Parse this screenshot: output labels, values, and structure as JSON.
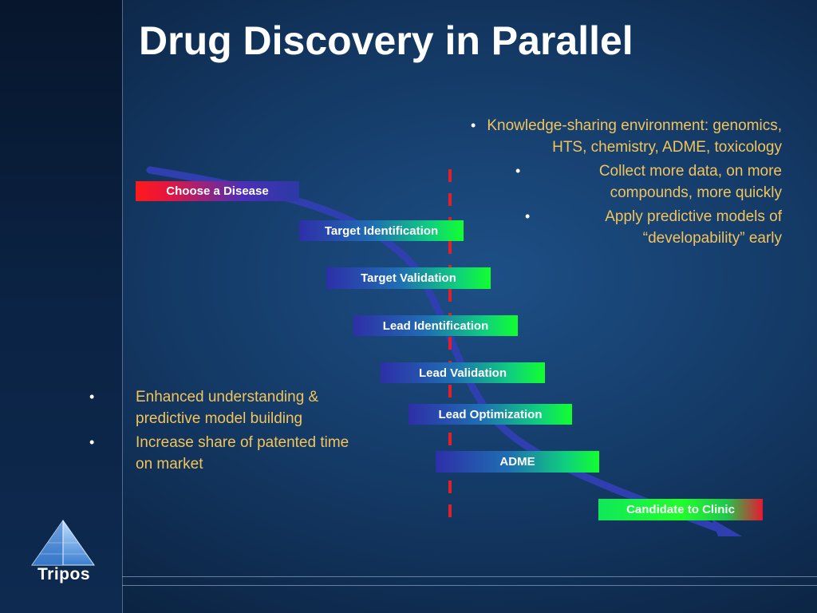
{
  "title": "Drug Discovery in Parallel",
  "stages": [
    {
      "label": "Choose a Disease"
    },
    {
      "label": "Target Identification"
    },
    {
      "label": "Target Validation"
    },
    {
      "label": "Lead Identification"
    },
    {
      "label": "Lead Validation"
    },
    {
      "label": "Lead Optimization"
    },
    {
      "label": "ADME"
    },
    {
      "label": "Candidate to Clinic"
    }
  ],
  "bullets_right": [
    "Knowledge-sharing environment: genomics, HTS, chemistry, ADME, toxicology",
    "Collect more data, on more compounds, more quickly",
    "Apply predictive models of “developability” early"
  ],
  "bullets_left": [
    "Enhanced understanding & predictive model building",
    "Increase share of patented time on market"
  ],
  "logo": {
    "text": "Tripos",
    "icon": "pyramid-logo-icon"
  },
  "colors": {
    "background": "#143a66",
    "title": "#ffffff",
    "bullet_text": "#f2c45a",
    "arrow": "#2f3fb0",
    "dashed_line": "#e0202a",
    "stage_red": "#ff1a1a",
    "stage_green": "#12ff2e"
  }
}
